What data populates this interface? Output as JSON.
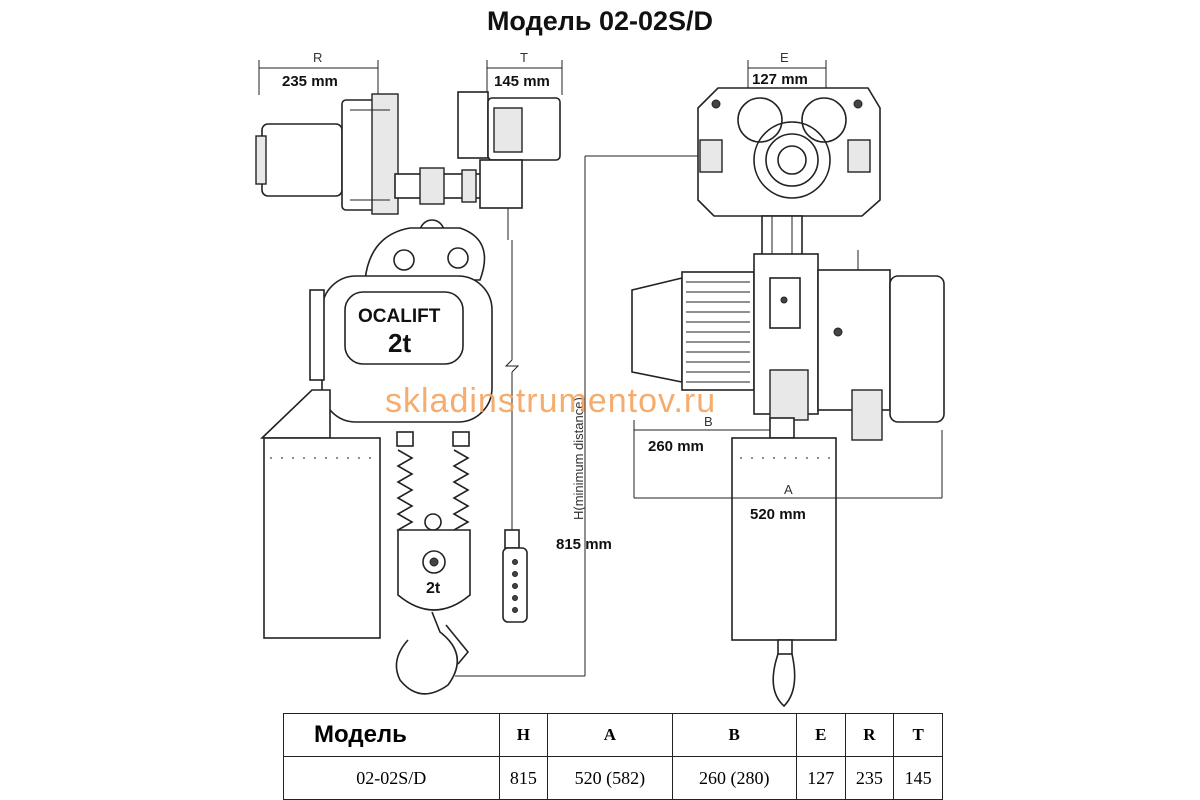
{
  "title": "Модель 02-02S/D",
  "brand": {
    "logo_text": "OCALIFT",
    "capacity": "2t",
    "hook_capacity": "2t"
  },
  "watermark": "skladinstrumentov.ru",
  "dimension_labels": {
    "R": {
      "letter": "R",
      "value": "235 mm"
    },
    "T": {
      "letter": "T",
      "value": "145 mm"
    },
    "E": {
      "letter": "E",
      "value": "127 mm"
    },
    "B": {
      "letter": "B",
      "value": "260 mm"
    },
    "A": {
      "letter": "A",
      "value": "520 mm"
    },
    "H": {
      "letter": "H(minimum distance)",
      "value": "815 mm"
    }
  },
  "table": {
    "headers": [
      "Модель",
      "H",
      "A",
      "B",
      "E",
      "R",
      "T"
    ],
    "rows": [
      [
        "02-02S/D",
        "815",
        "520 (582)",
        "260 (280)",
        "127",
        "235",
        "145"
      ]
    ]
  }
}
